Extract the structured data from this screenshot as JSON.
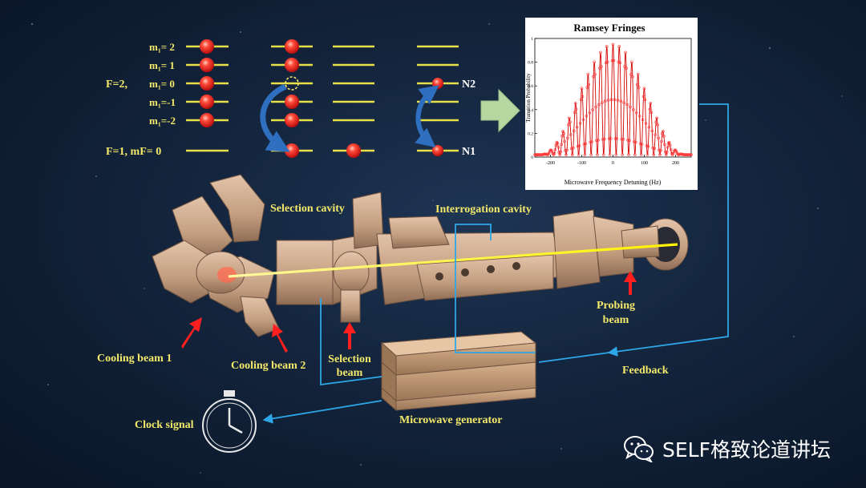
{
  "title": "",
  "levels": {
    "mf_labels": [
      "m₁= 2",
      "m₁= 1",
      "m₁= 0",
      "m₁=-1",
      "m₁=-2"
    ],
    "f2_label": "F=2,",
    "f1_label": "F=1,  mF= 0",
    "n2_label": "N2",
    "n1_label": "N1"
  },
  "fringes": {
    "title": "Ramsey Fringes",
    "xlabel": "Microwave Frequency Detuning (Hz)",
    "ylabel": "Transition Probability",
    "x_ticks": [
      "-200",
      "-100",
      "0",
      "100",
      "200"
    ],
    "y_ticks": [
      "0",
      "0.2",
      "0.4",
      "0.6",
      "0.8",
      "1"
    ]
  },
  "chart_data": {
    "type": "line",
    "title": "Ramsey Fringes",
    "xlabel": "Microwave Frequency Detuning (Hz)",
    "ylabel": "Transition Probability",
    "xlim": [
      -250,
      250
    ],
    "ylim": [
      0,
      1
    ],
    "fringe_period_hz": 20,
    "central_peak_probability": 0.93,
    "envelope_halfwidth_hz": 230
  },
  "labels": {
    "selection_cavity": "Selection cavity",
    "interrogation_cavity": "Interrogation cavity",
    "cooling_beam_1": "Cooling beam 1",
    "cooling_beam_2": "Cooling beam 2",
    "selection_beam_l1": "Selection",
    "selection_beam_l2": "beam",
    "probing_beam_l1": "Probing",
    "probing_beam_l2": "beam",
    "feedback": "Feedback",
    "microwave_generator": "Microwave generator",
    "clock_signal": "Clock signal"
  },
  "watermark": {
    "text": "SELF格致论道讲坛",
    "icon": "wechat-icon"
  },
  "colors": {
    "background": "#13243c",
    "label_yellow": "#f3e96a",
    "level_line": "#e8e04a",
    "atom": "#ff2222",
    "beam_arrow": "#ff1f1f",
    "wire": "#2ea7e8",
    "apparatus": "#c9a386",
    "generator": "#b88864"
  }
}
